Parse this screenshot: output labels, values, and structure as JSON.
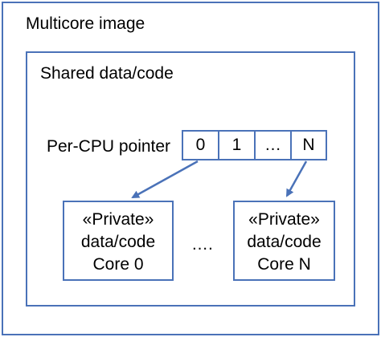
{
  "outer": {
    "title": "Multicore image"
  },
  "shared": {
    "title": "Shared data/code"
  },
  "pointer": {
    "label": "Per-CPU pointer",
    "cells": [
      "0",
      "1",
      "…",
      "N"
    ]
  },
  "private_blocks": [
    {
      "line1": "«Private»",
      "line2": "data/code",
      "line3": "Core 0"
    },
    {
      "line1": "«Private»",
      "line2": "data/code",
      "line3": "Core N"
    }
  ],
  "between_blocks": "….",
  "colors": {
    "border": "#4a72b8",
    "arrow": "#4a72b8"
  }
}
